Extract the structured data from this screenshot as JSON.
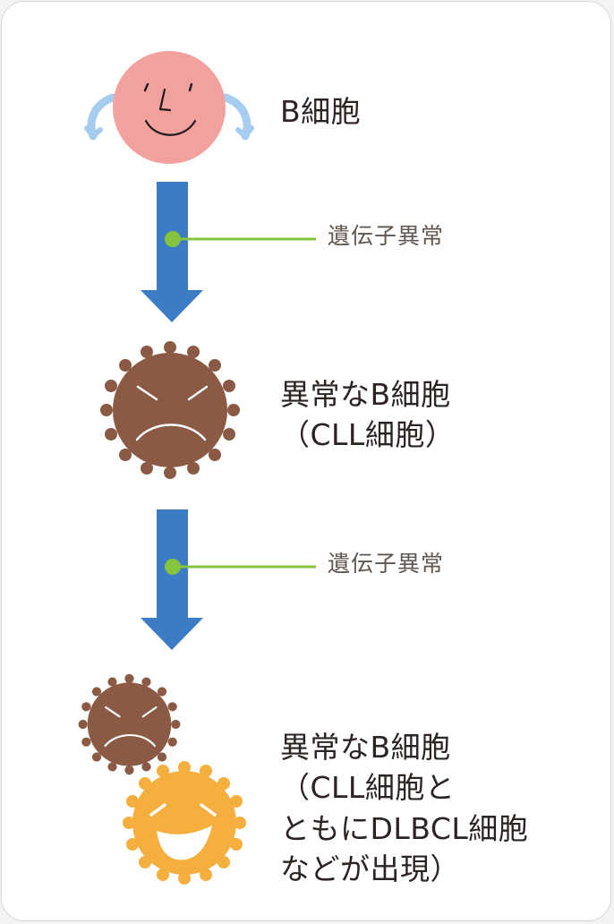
{
  "stage1": {
    "label": "B細胞"
  },
  "transition1": {
    "label": "遺伝子異常"
  },
  "stage2": {
    "lines": [
      "異常なB細胞",
      "（CLL細胞）"
    ]
  },
  "transition2": {
    "label": "遺伝子異常"
  },
  "stage3": {
    "lines": [
      "異常なB細胞",
      "（CLL細胞と",
      "ともにDLBCL細胞",
      "などが出現）"
    ]
  },
  "colors": {
    "normal_cell": "#f2a19f",
    "normal_arms": "#a6cdf0",
    "abnormal_cell": "#8b5a45",
    "dlbcl_cell": "#f5af3f",
    "arrow": "#3b7cc5",
    "pointer_line": "#86c440",
    "text": "#2b2422"
  },
  "icons": [
    "smiling-b-cell-icon",
    "down-arrow-icon",
    "angry-cll-cell-icon",
    "laughing-dlbcl-cell-icon"
  ]
}
